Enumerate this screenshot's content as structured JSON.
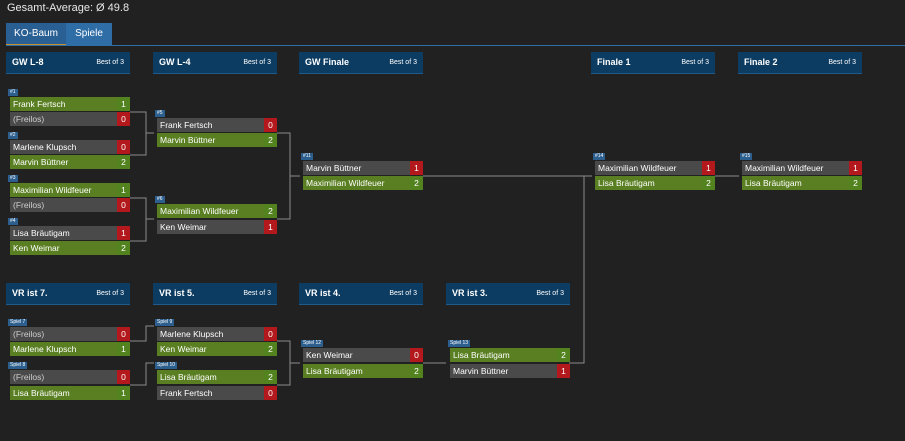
{
  "header": {
    "average": "Gesamt-Average: Ø 49.8"
  },
  "tabs": [
    {
      "label": "KO-Baum",
      "active": true
    },
    {
      "label": "Spiele",
      "active": false
    }
  ],
  "colors": {
    "winner": "#5a7f22",
    "loser_score": "#b3191c",
    "header": "#0d3c62",
    "tab": "#2f6da6",
    "line": "#8a8a8a"
  },
  "rounds": [
    {
      "title": "GW L-8",
      "bestof": "Best of 3"
    },
    {
      "title": "GW L-4",
      "bestof": "Best of 3"
    },
    {
      "title": "GW Finale",
      "bestof": "Best of 3"
    },
    {
      "title": "Finale 1",
      "bestof": "Best of 3"
    },
    {
      "title": "Finale 2",
      "bestof": "Best of 3"
    },
    {
      "title": "VR ist 7.",
      "bestof": "Best of 3"
    },
    {
      "title": "VR ist 5.",
      "bestof": "Best of 3"
    },
    {
      "title": "VR ist 4.",
      "bestof": "Best of 3"
    },
    {
      "title": "VR ist 3.",
      "bestof": "Best of 3"
    }
  ],
  "matches": [
    {
      "tag": "#1",
      "p1": "Frank Fertsch",
      "s1": "1",
      "p2": "(Freilos)",
      "s2": "0"
    },
    {
      "tag": "#2",
      "p1": "Marlene Klupsch",
      "s1": "0",
      "p2": "Marvin Büttner",
      "s2": "2"
    },
    {
      "tag": "#3",
      "p1": "Maximilian Wildfeuer",
      "s1": "1",
      "p2": "(Freilos)",
      "s2": "0"
    },
    {
      "tag": "#4",
      "p1": "Lisa Bräutigam",
      "s1": "1",
      "p2": "Ken Weimar",
      "s2": "2"
    },
    {
      "tag": "#5",
      "p1": "Frank Fertsch",
      "s1": "0",
      "p2": "Marvin Büttner",
      "s2": "2"
    },
    {
      "tag": "#6",
      "p1": "Maximilian Wildfeuer",
      "s1": "2",
      "p2": "Ken Weimar",
      "s2": "1"
    },
    {
      "tag": "#11",
      "p1": "Marvin Büttner",
      "s1": "1",
      "p2": "Maximilian Wildfeuer",
      "s2": "2"
    },
    {
      "tag": "#14",
      "p1": "Maximilian Wildfeuer",
      "s1": "1",
      "p2": "Lisa Bräutigam",
      "s2": "2"
    },
    {
      "tag": "#15",
      "p1": "Maximilian Wildfeuer",
      "s1": "1",
      "p2": "Lisa Bräutigam",
      "s2": "2"
    },
    {
      "tag": "Spiel 7",
      "p1": "(Freilos)",
      "s1": "0",
      "p2": "Marlene Klupsch",
      "s2": "1"
    },
    {
      "tag": "Spiel 8",
      "p1": "(Freilos)",
      "s1": "0",
      "p2": "Lisa Bräutigam",
      "s2": "1"
    },
    {
      "tag": "Spiel 9",
      "p1": "Marlene Klupsch",
      "s1": "0",
      "p2": "Ken Weimar",
      "s2": "2"
    },
    {
      "tag": "Spiel 10",
      "p1": "Lisa Bräutigam",
      "s1": "2",
      "p2": "Frank Fertsch",
      "s2": "0"
    },
    {
      "tag": "Spiel 12",
      "p1": "Ken Weimar",
      "s1": "0",
      "p2": "Lisa Bräutigam",
      "s2": "2"
    },
    {
      "tag": "Spiel 13",
      "p1": "Lisa Bräutigam",
      "s1": "2",
      "p2": "Marvin Büttner",
      "s2": "1"
    }
  ]
}
